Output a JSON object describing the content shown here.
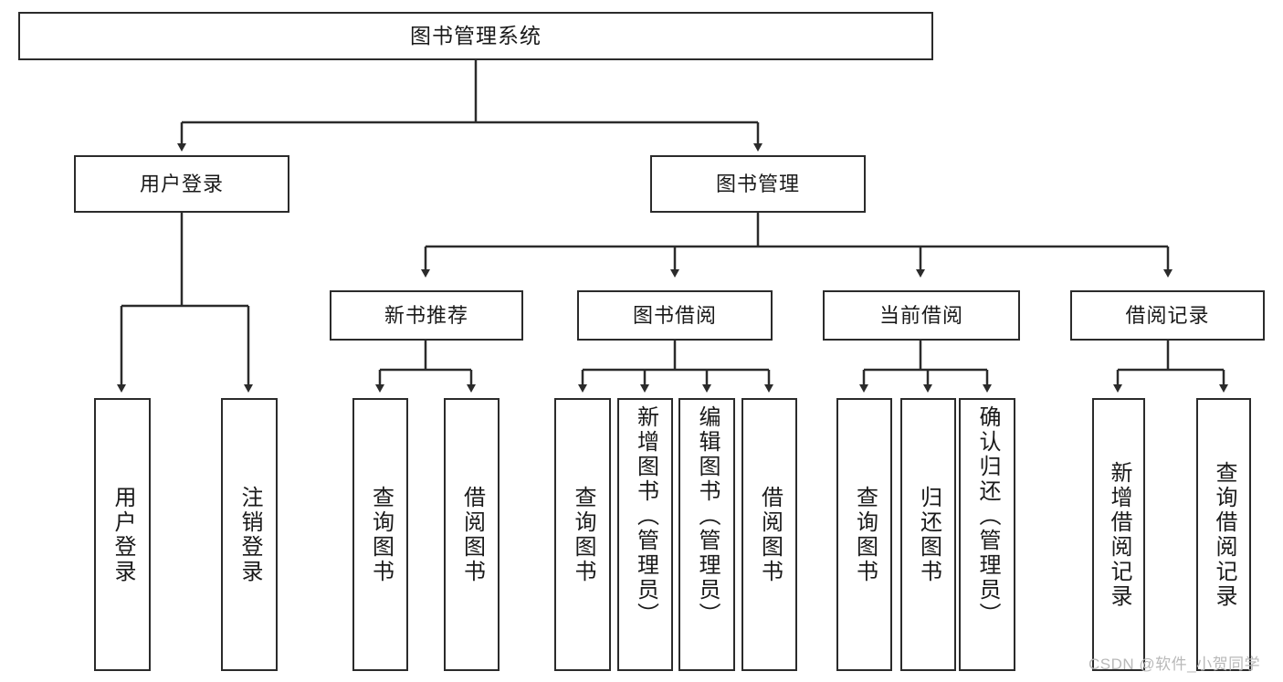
{
  "diagram": {
    "title": "图书管理系统",
    "type": "hierarchy-tree",
    "levels": 4,
    "colors": {
      "box_border": "#2b2b2b",
      "box_fill": "#ffffff",
      "connector": "#2b2b2b",
      "text": "#1a1a1a",
      "watermark": "#b9b9b9",
      "background": "#ffffff"
    },
    "nodes": {
      "root": {
        "label": "图书管理系统"
      },
      "level2": [
        {
          "label": "用户登录"
        },
        {
          "label": "图书管理"
        }
      ],
      "level3": [
        {
          "label": "新书推荐"
        },
        {
          "label": "图书借阅"
        },
        {
          "label": "当前借阅"
        },
        {
          "label": "借阅记录"
        }
      ],
      "leaves_user_login": [
        {
          "label": "用户登录"
        },
        {
          "label": "注销登录"
        }
      ],
      "leaves_new_book": [
        {
          "label": "查询图书"
        },
        {
          "label": "借阅图书"
        }
      ],
      "leaves_borrow": [
        {
          "label": "查询图书"
        },
        {
          "label": "新增图书（管理员）"
        },
        {
          "label": "编辑图书（管理员）"
        },
        {
          "label": "借阅图书"
        }
      ],
      "leaves_current": [
        {
          "label": "查询图书"
        },
        {
          "label": "归还图书"
        },
        {
          "label": "确认归还（管理员）"
        }
      ],
      "leaves_records": [
        {
          "label": "新增借阅记录"
        },
        {
          "label": "查询借阅记录"
        }
      ]
    },
    "watermark": "CSDN @软件_小贺同学"
  }
}
